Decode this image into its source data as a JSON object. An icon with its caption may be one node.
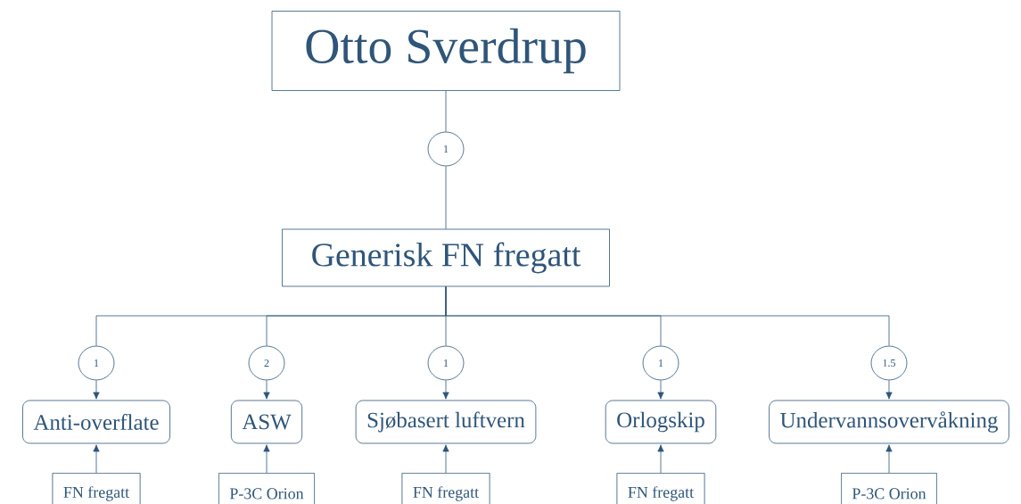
{
  "diagram": {
    "nodes": [
      {
        "text": [
          "Otto Sverdrup"
        ]
      },
      {
        "text": [
          "1"
        ]
      },
      {
        "text": [
          "Generisk FN fregatt"
        ]
      },
      {
        "text": [
          "1"
        ]
      },
      {
        "text": [
          "2"
        ]
      },
      {
        "text": [
          "1"
        ]
      },
      {
        "text": [
          "1"
        ]
      },
      {
        "text": [
          "1.5"
        ]
      },
      {
        "text": [
          "Anti-overflate"
        ]
      },
      {
        "text": [
          "ASW"
        ]
      },
      {
        "text": [
          "Sjøbasert luftvern"
        ]
      },
      {
        "text": [
          "Orlogskip"
        ]
      },
      {
        "text": [
          "Undervannsovervåkning"
        ]
      },
      {
        "text": [
          "FN fregatt"
        ]
      },
      {
        "text": [
          "P-3C Orion"
        ]
      },
      {
        "text": [
          "FN fregatt"
        ]
      },
      {
        "text": [
          "FN fregatt"
        ]
      },
      {
        "text": [
          "P-3C Orion"
        ]
      }
    ],
    "edges": [
      {
        "from": 0,
        "to": 1,
        "arrow": "none"
      },
      {
        "from": 1,
        "to": 2,
        "arrow": "none"
      },
      {
        "from": 2,
        "to": 3,
        "arrow": "none"
      },
      {
        "from": 2,
        "to": 4,
        "arrow": "none"
      },
      {
        "from": 2,
        "to": 5,
        "arrow": "none"
      },
      {
        "from": 2,
        "to": 6,
        "arrow": "none"
      },
      {
        "from": 2,
        "to": 7,
        "arrow": "none"
      },
      {
        "from": 3,
        "to": 8,
        "arrow": "to"
      },
      {
        "from": 4,
        "to": 9,
        "arrow": "to"
      },
      {
        "from": 5,
        "to": 10,
        "arrow": "to"
      },
      {
        "from": 6,
        "to": 11,
        "arrow": "to"
      },
      {
        "from": 7,
        "to": 12,
        "arrow": "to"
      },
      {
        "from": 13,
        "to": 8,
        "arrow": "to"
      },
      {
        "from": 14,
        "to": 9,
        "arrow": "to"
      },
      {
        "from": 15,
        "to": 10,
        "arrow": "to"
      },
      {
        "from": 16,
        "to": 11,
        "arrow": "to"
      },
      {
        "from": 17,
        "to": 12,
        "arrow": "to"
      }
    ]
  }
}
